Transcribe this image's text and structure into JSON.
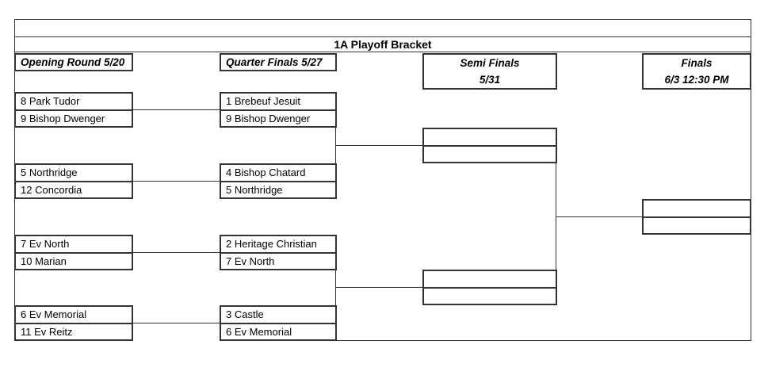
{
  "title": "1A Playoff Bracket",
  "headers": {
    "opening": "Opening Round 5/20",
    "quarter": "Quarter Finals 5/27",
    "semi_line1": "Semi Finals",
    "semi_line2": "5/31",
    "finals_line1": "Finals",
    "finals_line2": "6/3 12:30 PM"
  },
  "opening_round": [
    "8 Park Tudor",
    "9 Bishop Dwenger",
    "5 Northridge",
    "12 Concordia",
    "7 Ev North",
    "10 Marian",
    "6 Ev Memorial",
    "11 Ev Reitz"
  ],
  "quarter_finals": [
    "1 Brebeuf Jesuit",
    "9 Bishop Dwenger",
    "4 Bishop Chatard",
    "5 Northridge",
    "2 Heritage Christian",
    "7 Ev North",
    "3 Castle",
    "6 Ev Memorial"
  ],
  "semi_finals": [
    "",
    "",
    "",
    ""
  ],
  "finals": [
    "",
    ""
  ],
  "colors": {
    "line": "#333333",
    "text": "#000000",
    "background": "#ffffff"
  }
}
